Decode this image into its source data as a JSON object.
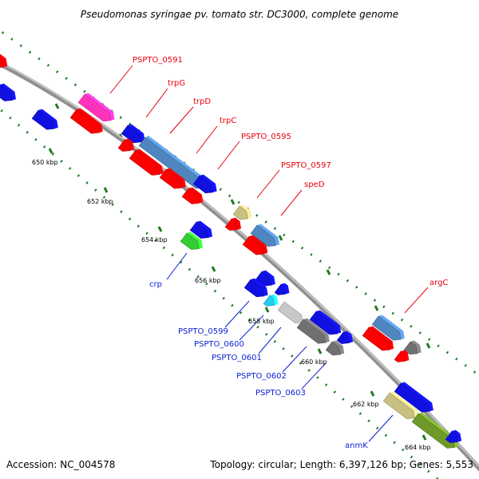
{
  "title": "Pseudomonas syringae pv. tomato str. DC3000, complete genome",
  "footer": {
    "accession": "Accession: NC_004578",
    "stats": "Topology: circular; Length: 6,397,126 bp; Genes: 5,553"
  },
  "colors": {
    "backbone": "#909090",
    "tick": "#1f7a1f",
    "label_red": "#e8000b",
    "label_blue": "#0a1fd0",
    "red": "#ff0000",
    "blue": "#1010e0",
    "magenta": "#ff33bb",
    "steelblue": "#4f86c0",
    "khaki": "#c8c080",
    "green": "#33cc33",
    "cyan": "#22ccee",
    "lightgray": "#c8c8c8",
    "gray": "#707070",
    "olive": "#6f9a2a"
  },
  "scale_ticks": [
    {
      "label": "650 kbp"
    },
    {
      "label": "652 kbp"
    },
    {
      "label": "654 kbp"
    },
    {
      "label": "656 kbp"
    },
    {
      "label": "658 kbp"
    },
    {
      "label": "660 kbp"
    },
    {
      "label": "662 kbp"
    },
    {
      "label": "664 kbp"
    }
  ],
  "gene_labels": [
    {
      "text": "PSPTO_0591",
      "strand": "forward"
    },
    {
      "text": "trpG",
      "strand": "forward"
    },
    {
      "text": "trpD",
      "strand": "forward"
    },
    {
      "text": "trpC",
      "strand": "forward"
    },
    {
      "text": "PSPTO_0595",
      "strand": "forward"
    },
    {
      "text": "PSPTO_0597",
      "strand": "forward"
    },
    {
      "text": "speD",
      "strand": "forward"
    },
    {
      "text": "argC",
      "strand": "forward"
    },
    {
      "text": "crp",
      "strand": "reverse"
    },
    {
      "text": "PSPTO_0599",
      "strand": "reverse"
    },
    {
      "text": "PSPTO_0600",
      "strand": "reverse"
    },
    {
      "text": "PSPTO_0601",
      "strand": "reverse"
    },
    {
      "text": "PSPTO_0602",
      "strand": "reverse"
    },
    {
      "text": "PSPTO_0603",
      "strand": "reverse"
    },
    {
      "text": "anmK",
      "strand": "reverse"
    }
  ]
}
